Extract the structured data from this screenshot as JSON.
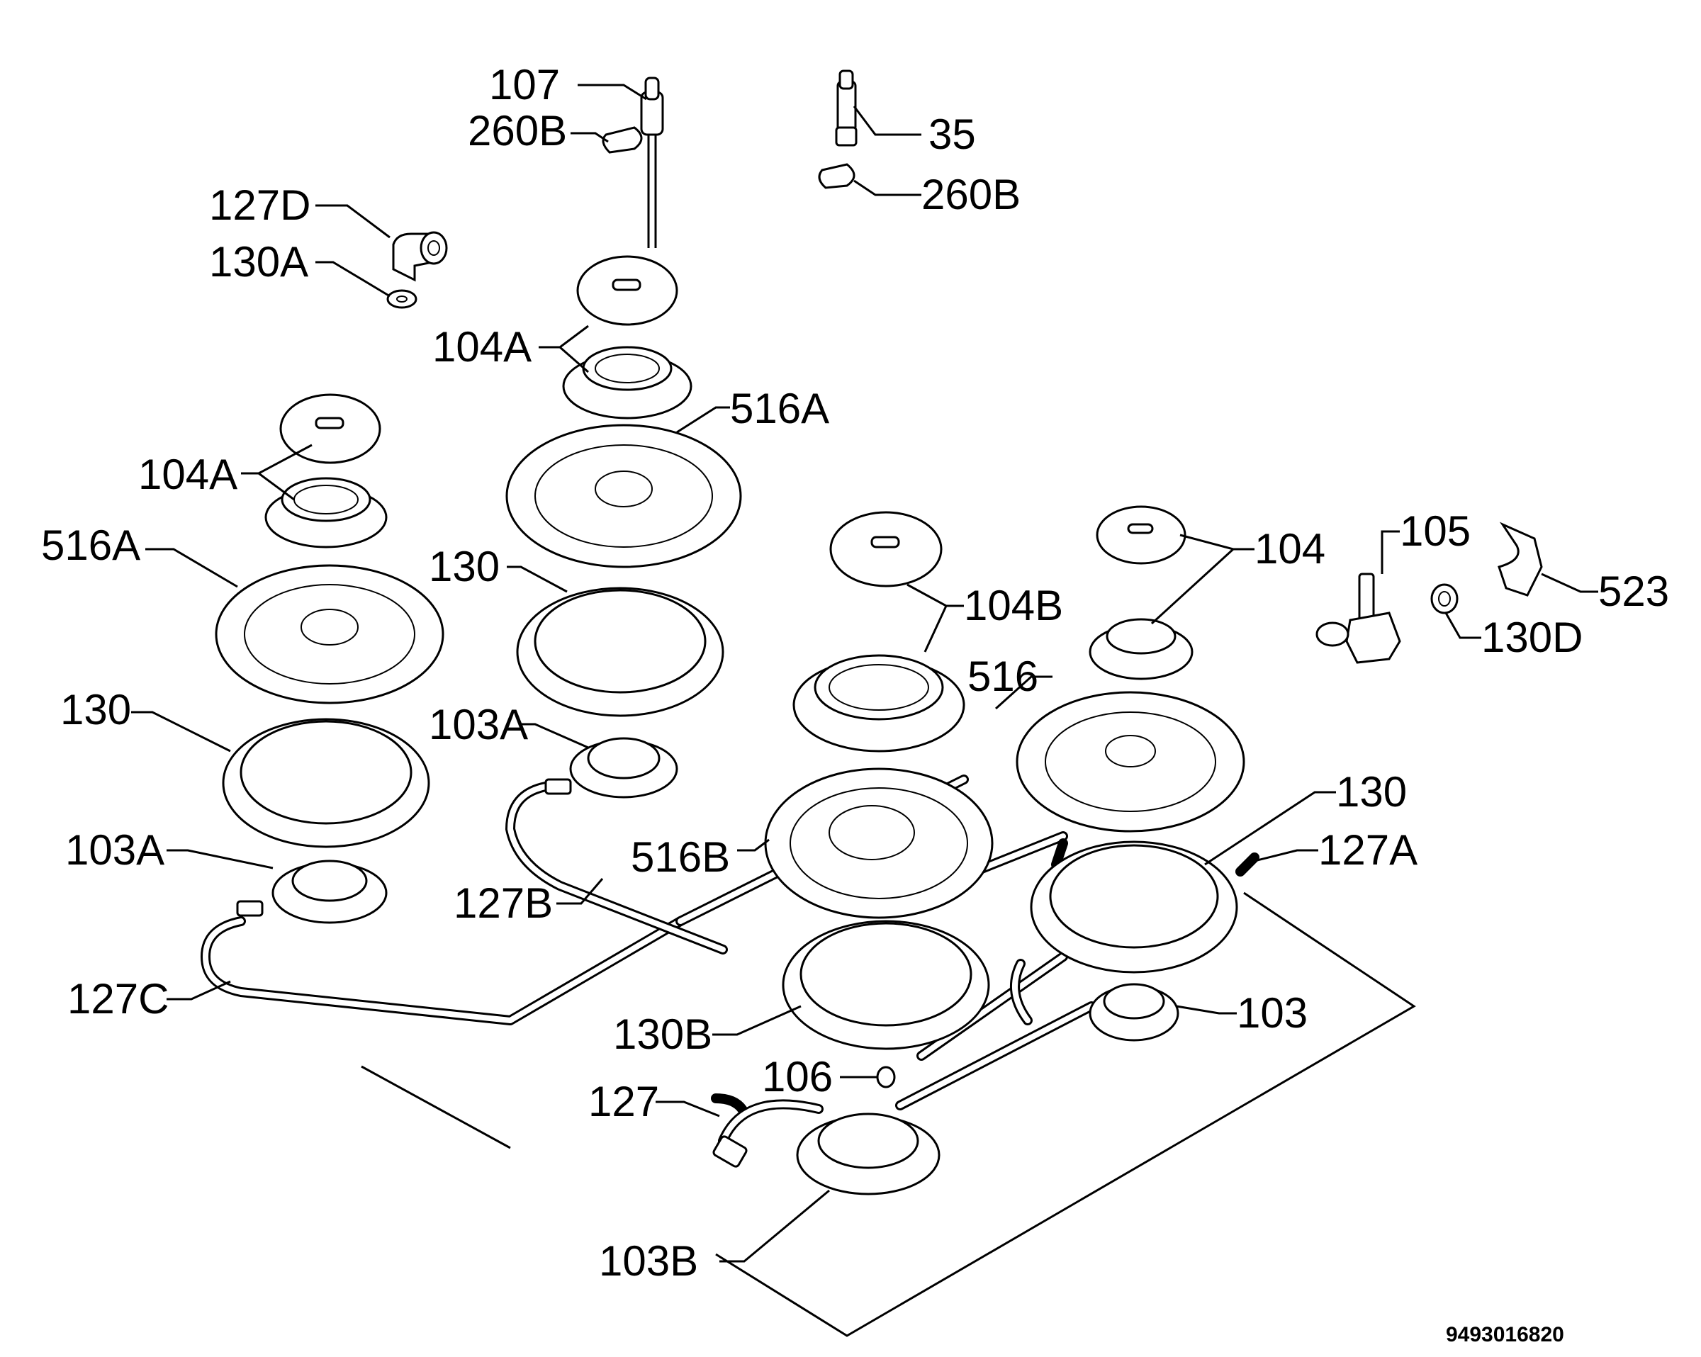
{
  "labels": {
    "p107": "107",
    "p260b_left": "260B",
    "p35": "35",
    "p260b_right": "260B",
    "p127d": "127D",
    "p130a": "130A",
    "p104a_top": "104A",
    "p516a_top": "516A",
    "p104a_left": "104A",
    "p516a_left": "516A",
    "p130_mid": "130",
    "p130_left": "130",
    "p103a_mid": "103A",
    "p103a_left": "103A",
    "p104b": "104B",
    "p104": "104",
    "p105": "105",
    "p523": "523",
    "p130d": "130D",
    "p516": "516",
    "p130_right": "130",
    "p127a": "127A",
    "p516b": "516B",
    "p127b": "127B",
    "p127c": "127C",
    "p130b": "130B",
    "p103": "103",
    "p106": "106",
    "p127": "127",
    "p103b": "103B"
  },
  "drawing_number": "9493016820"
}
